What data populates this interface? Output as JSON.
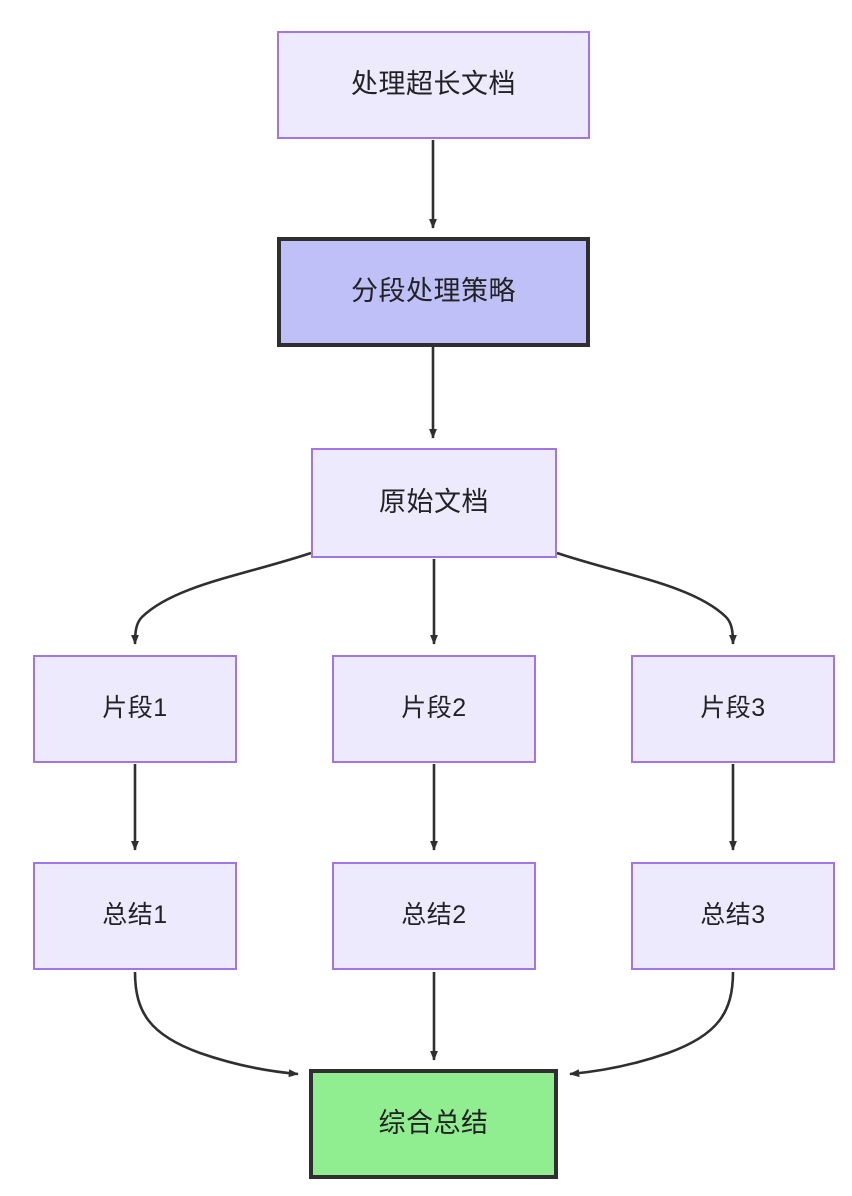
{
  "diagram": {
    "type": "flowchart",
    "direction": "top-down",
    "background": "#ffffff",
    "palette": {
      "default_fill": "#ECEAFC",
      "default_stroke": "#A175E8",
      "strategy_fill": "#C0C0F8",
      "strategy_stroke": "#2F2F32",
      "final_fill": "#90EE90",
      "final_stroke": "#2F2F32",
      "edge_stroke": "#2F2F32",
      "text_color": "#222225"
    },
    "nodes": [
      {
        "id": "n1",
        "label": "处理超长文档",
        "style": "default"
      },
      {
        "id": "n2",
        "label": "分段处理策略",
        "style": "strategy"
      },
      {
        "id": "n3",
        "label": "原始文档",
        "style": "default"
      },
      {
        "id": "n4",
        "label": "片段1",
        "style": "default"
      },
      {
        "id": "n5",
        "label": "片段2",
        "style": "default"
      },
      {
        "id": "n6",
        "label": "片段3",
        "style": "default"
      },
      {
        "id": "n7",
        "label": "总结1",
        "style": "default"
      },
      {
        "id": "n8",
        "label": "总结2",
        "style": "default"
      },
      {
        "id": "n9",
        "label": "总结3",
        "style": "default"
      },
      {
        "id": "n10",
        "label": "综合总结",
        "style": "final"
      }
    ],
    "edges": [
      {
        "from": "n1",
        "to": "n2",
        "shape": "straight"
      },
      {
        "from": "n2",
        "to": "n3",
        "shape": "straight"
      },
      {
        "from": "n3",
        "to": "n4",
        "shape": "curve-left"
      },
      {
        "from": "n3",
        "to": "n5",
        "shape": "straight"
      },
      {
        "from": "n3",
        "to": "n6",
        "shape": "curve-right"
      },
      {
        "from": "n4",
        "to": "n7",
        "shape": "straight"
      },
      {
        "from": "n5",
        "to": "n8",
        "shape": "straight"
      },
      {
        "from": "n6",
        "to": "n9",
        "shape": "straight"
      },
      {
        "from": "n7",
        "to": "n10",
        "shape": "curve-right"
      },
      {
        "from": "n8",
        "to": "n10",
        "shape": "straight"
      },
      {
        "from": "n9",
        "to": "n10",
        "shape": "curve-left"
      }
    ]
  }
}
